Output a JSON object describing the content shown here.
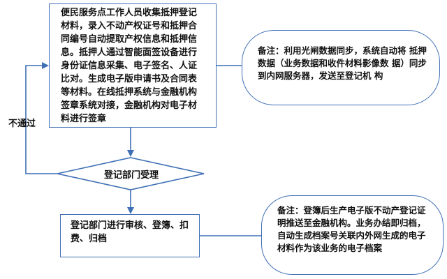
{
  "steps": {
    "collect": {
      "lines": [
        "便民服务点工作人员收集抵押登记",
        "材料，录入不动产权证号和抵押合",
        "同编号自动提取产权信息和抵押信",
        "息。抵押人通过智能面签设备进行",
        "身份证信息采集、电子签名、人证",
        "比对。生成电子版申请书及合同表",
        "等材料。在线抵押系统与金融机构",
        "签章系统对接，金融机构对电子材",
        "料进行签章"
      ]
    },
    "decision": {
      "label": "登记部门受理"
    },
    "review": {
      "lines": [
        "登记部门进行审核、登簿、扣",
        "费、归档"
      ]
    }
  },
  "notes": {
    "sync": {
      "lines": [
        "备注：利用光闸数据同步，系统自动将",
        "抵押数据（业务数据和收件材料影像数",
        "据）同步到内网服务器，发送至登记机",
        "构"
      ]
    },
    "push": {
      "lines": [
        "备注：登簿后生产电子版不动产登记证",
        "明推送至金融机构。业务办结即归档，",
        "自动生成档案号关联内外网生成的电子",
        "材料作为该业务的电子档案"
      ]
    }
  },
  "edges": {
    "reject_label": "不通过"
  },
  "colors": {
    "stroke": "#3f6fb5"
  }
}
